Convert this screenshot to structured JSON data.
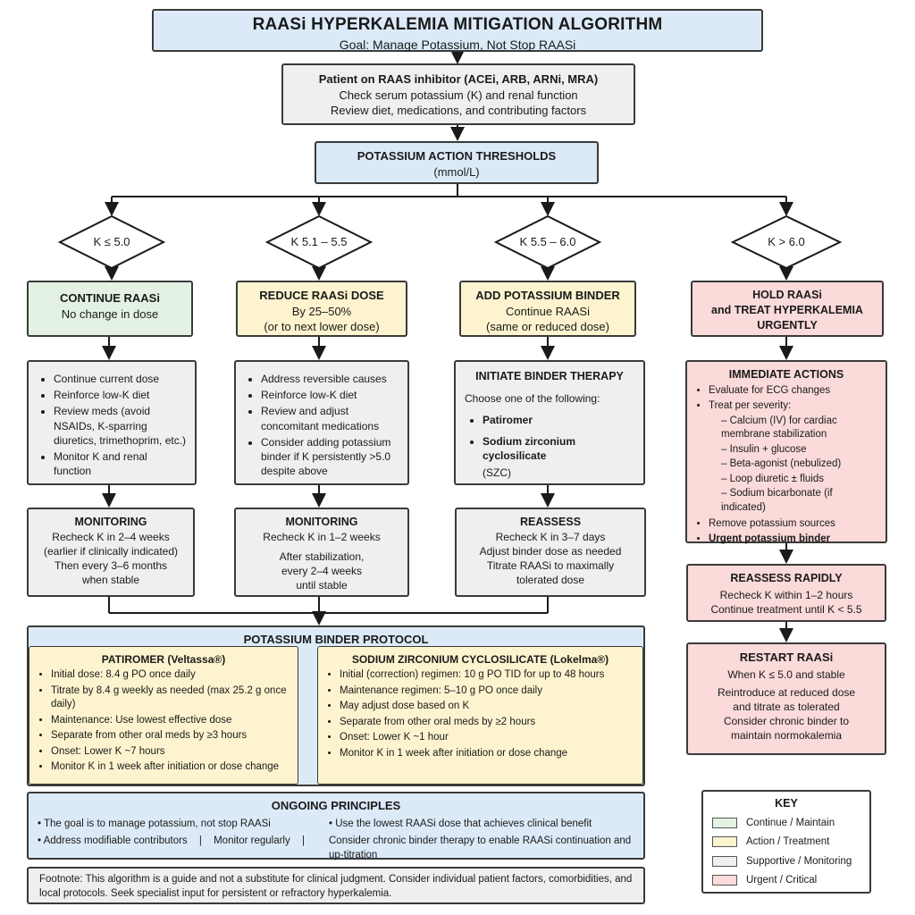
{
  "header": {
    "title": "RAASi HYPERKALEMIA MITIGATION ALGORITHM",
    "subtitle": "Goal: Manage Potassium, Not Stop RAASi"
  },
  "start": {
    "line1": "Patient on RAAS inhibitor (ACEi, ARB, ARNi, MRA)",
    "line2": "Check serum potassium (K) and renal function",
    "line3": "Review diet, medications, and contributing factors"
  },
  "thresholds": {
    "title": "POTASSIUM ACTION THRESHOLDS",
    "unit": "(mmol/L)"
  },
  "decisions": [
    "K ≤ 5.0",
    "K 5.1 – 5.5",
    "K 5.5 – 6.0",
    "K > 6.0"
  ],
  "col1": {
    "action_title": "CONTINUE RAASi",
    "action_sub": "No change in dose",
    "details": [
      "Continue current dose",
      "Reinforce low-K diet",
      "Review meds (avoid NSAIDs, K-sparring diuretics, trimethoprim, etc.)",
      "Monitor K and renal function"
    ],
    "monitor_title": "MONITORING",
    "monitor_lines": [
      "Recheck K in 2–4 weeks",
      "(earlier if clinically indicated)",
      "Then every 3–6 months",
      "when stable"
    ]
  },
  "col2": {
    "action_title": "REDUCE RAASi DOSE",
    "action_sub1": "By 25–50%",
    "action_sub2": "(or to next lower dose)",
    "details": [
      "Address reversible causes",
      "Reinforce low-K diet",
      "Review and adjust concomitant medications",
      "Consider adding potassium binder if K persistently >5.0 despite above"
    ],
    "monitor_title": "MONITORING",
    "monitor_lines": [
      "Recheck K in 1–2 weeks",
      "After stabilization,",
      "every 2–4 weeks",
      "until stable"
    ]
  },
  "col3": {
    "action_title": "ADD POTASSIUM BINDER",
    "action_sub1": "Continue RAASi",
    "action_sub2": "(same or reduced dose)",
    "therapy_title": "INITIATE BINDER THERAPY",
    "therapy_intro": "Choose one of the following:",
    "therapy_opt1": "Patiromer",
    "therapy_opt2": "Sodium zirconium cyclosilicate",
    "therapy_opt2b": "(SZC)",
    "reassess_title": "REASSESS",
    "reassess_lines": [
      "Recheck K in 3–7 days",
      "Adjust binder dose as needed",
      "Titrate RAASi to maximally",
      "tolerated dose"
    ]
  },
  "col4": {
    "action_title1": "HOLD RAASi",
    "action_title2": "and TREAT HYPERKALEMIA",
    "action_title3": "URGENTLY",
    "imm_title": "IMMEDIATE ACTIONS",
    "imm_b1": "Evaluate for ECG changes",
    "imm_b2": "Treat per severity:",
    "imm_sub": [
      "Calcium (IV) for cardiac membrane stabilization",
      "Insulin + glucose",
      "Beta-agonist (nebulized)",
      "Loop diuretic ± fluids",
      "Sodium bicarbonate (if indicated)"
    ],
    "imm_b3": "Remove potassium sources",
    "imm_b4": "Urgent potassium binder",
    "reassess_title": "REASSESS RAPIDLY",
    "reassess_l1": "Recheck K within 1–2 hours",
    "reassess_l2": "Continue treatment until K < 5.5",
    "restart_title": "RESTART RAASi",
    "restart_lines": [
      "When K ≤ 5.0 and stable",
      "Reintroduce at reduced dose",
      "and titrate as tolerated",
      "Consider chronic binder to",
      "maintain normokalemia"
    ]
  },
  "protocol": {
    "title": "POTASSIUM BINDER PROTOCOL",
    "pat_title": "PATIROMER (Veltassa®)",
    "pat_items": [
      "Initial dose: 8.4 g PO once daily",
      "Titrate by 8.4 g weekly as needed (max 25.2 g once daily)",
      "Maintenance: Use lowest effective dose",
      "Separate from other oral meds by ≥3 hours",
      "Onset: Lower K ~7 hours",
      "Monitor K in 1 week after initiation or dose change"
    ],
    "szc_title": "SODIUM ZIRCONIUM CYCLOSILICATE (Lokelma®)",
    "szc_items": [
      "Initial (correction) regimen: 10 g PO TID for up to 48 hours",
      "Maintenance regimen: 5–10 g PO once daily",
      "May adjust dose based on K",
      "Separate from other oral meds by ≥2 hours",
      "Onset: Lower K ~1 hour",
      "Monitor K in 1 week after initiation or dose change"
    ]
  },
  "principles": {
    "title": "ONGOING PRINCIPLES",
    "p1": "The goal is to manage potassium, not stop RAASi",
    "p2": "Address modifiable contributors",
    "sep": "|",
    "p3": "Monitor regularly",
    "p4": "Use the lowest RAASi dose that achieves clinical benefit",
    "p5": "Consider chronic binder therapy to enable RAASi continuation and up-titration"
  },
  "footnote": "Footnote: This algorithm is a guide and not a substitute for clinical judgment. Consider individual patient factors, comorbidities, and local protocols. Seek specialist input for persistent or refractory hyperkalemia.",
  "key": {
    "title": "KEY",
    "items": [
      "Continue / Maintain",
      "Action / Treatment",
      "Supportive / Monitoring",
      "Urgent / Critical"
    ],
    "colors": [
      "#e3f2e3",
      "#fdf4cf",
      "#efefef",
      "#fbdada"
    ]
  }
}
